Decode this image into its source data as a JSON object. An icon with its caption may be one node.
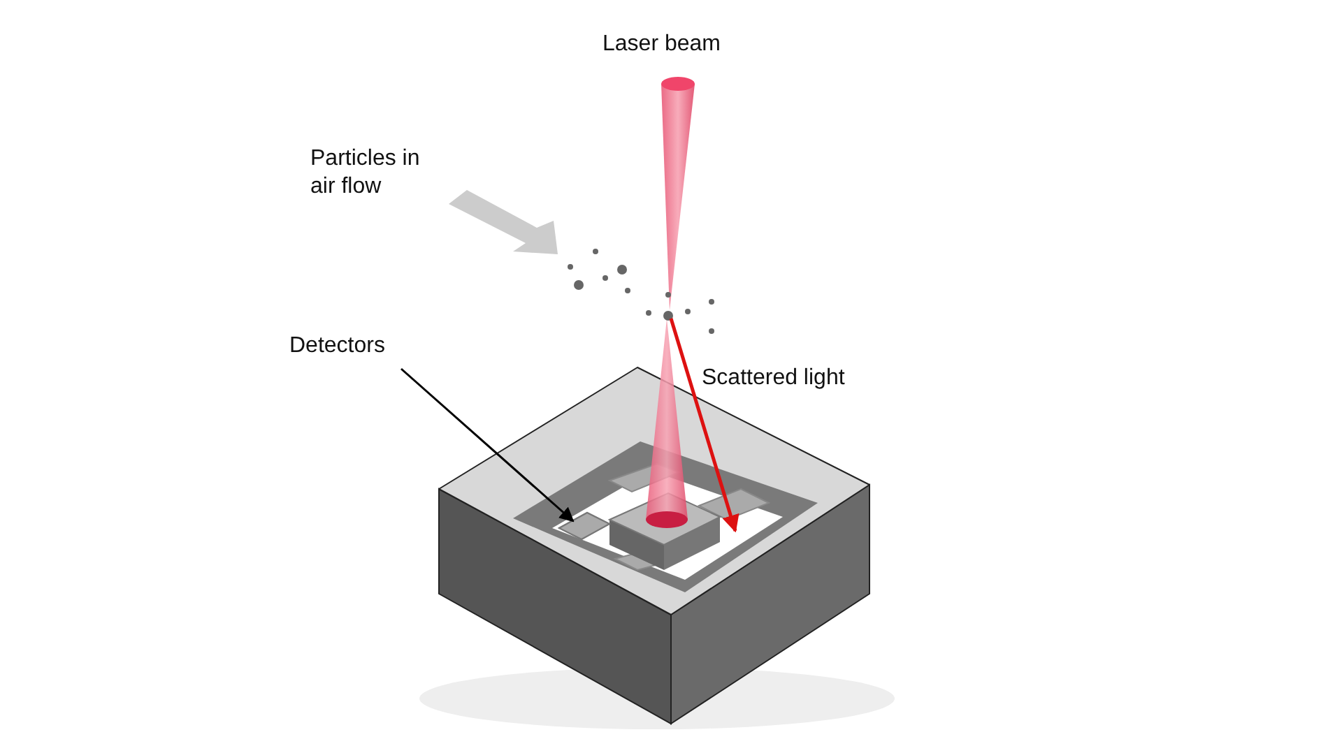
{
  "diagram": {
    "nodes": [
      {
        "text": [
          "Detectors"
        ]
      },
      {
        "text": [],
        "shape": "diamond"
      }
    ],
    "edges": [
      {
        "from": 0,
        "to": 1,
        "arrow": "to"
      }
    ],
    "labels": [
      "Laser beam",
      "Particles in air flow",
      "Scattered light"
    ]
  }
}
